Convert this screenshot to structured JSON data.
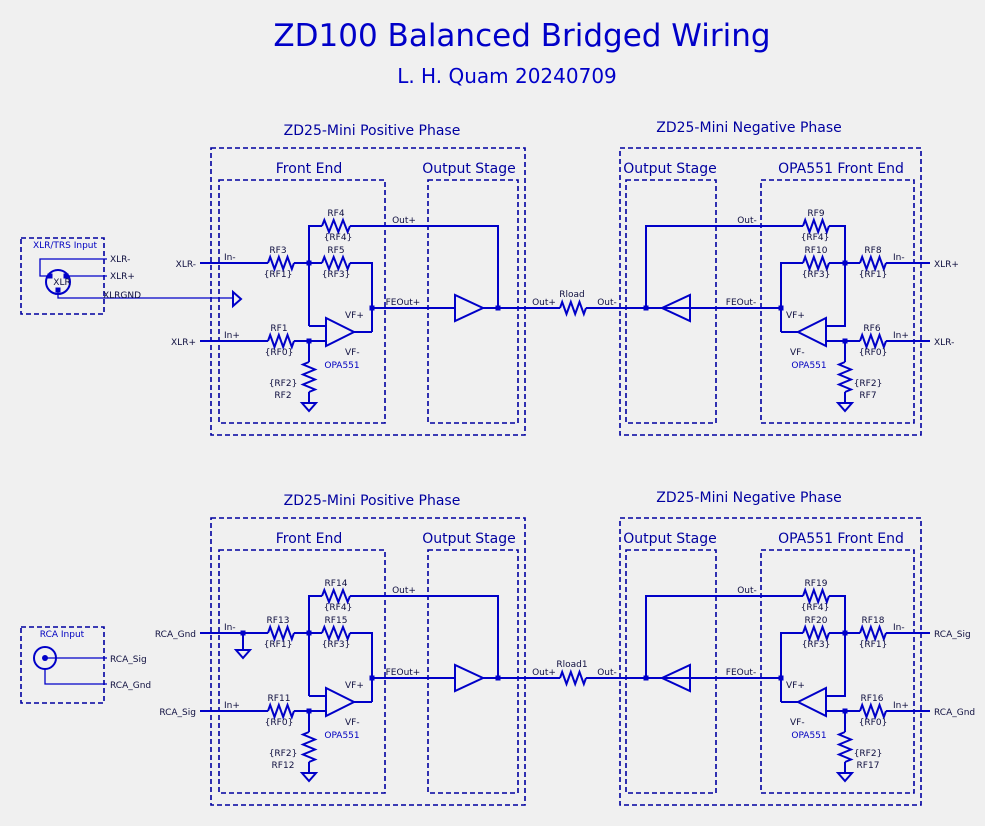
{
  "title": "ZD100 Balanced Bridged Wiring",
  "subtitle": "L. H. Quam  20240709",
  "sections": [
    {
      "pos_phase": "ZD25-Mini Positive Phase",
      "neg_phase": "ZD25-Mini Negative Phase",
      "front_end": "Front End",
      "output_stage_left": "Output Stage",
      "output_stage_right": "Output Stage",
      "opa_front_end": "OPA551 Front End",
      "input_box": "XLR/TRS Input",
      "input_labels": [
        "XLR-",
        "XLR+",
        "XLRGND"
      ],
      "input_pin_text": "XLR",
      "left_in_top": "XLR-",
      "left_in_bot": "XLR+",
      "right_in_top": "XLR+",
      "right_in_bot": "XLR-",
      "pos": {
        "in_minus": "In-",
        "in_plus": "In+",
        "rf3": "RF3",
        "rf3v": "{RF1}",
        "rf4": "RF4",
        "rf4v": "{RF4}",
        "rf5": "RF5",
        "rf5v": "{RF3}",
        "rf1": "RF1",
        "rf1v": "{RF0}",
        "rf2": "RF2",
        "rf2v": "{RF2}",
        "out": "Out+",
        "feout": "FEOut+",
        "vfp": "VF+",
        "vfm": "VF-",
        "opa": "OPA551"
      },
      "rload": "Rload",
      "rload_left": "Out+",
      "rload_right": "Out-",
      "neg": {
        "out": "Out-",
        "feout": "FEOut-",
        "rf9": "RF9",
        "rf9v": "{RF4}",
        "rf10": "RF10",
        "rf10v": "{RF3}",
        "rf8": "RF8",
        "rf8v": "{RF1}",
        "rf6": "RF6",
        "rf6v": "{RF0}",
        "rf7": "RF7",
        "rf7v": "{RF2}",
        "in_minus": "In-",
        "in_plus": "In+",
        "vfp": "VF+",
        "vfm": "VF-",
        "opa": "OPA551"
      }
    },
    {
      "pos_phase": "ZD25-Mini Positive Phase",
      "neg_phase": "ZD25-Mini Negative Phase",
      "front_end": "Front End",
      "output_stage_left": "Output Stage",
      "output_stage_right": "Output Stage",
      "opa_front_end": "OPA551 Front End",
      "input_box": "RCA Input",
      "input_labels": [
        "RCA_Sig",
        "RCA_Gnd"
      ],
      "left_in_top": "RCA_Gnd",
      "left_in_bot": "RCA_Sig",
      "right_in_top": "RCA_Sig",
      "right_in_bot": "RCA_Gnd",
      "pos": {
        "in_minus": "In-",
        "in_plus": "In+",
        "rf3": "RF13",
        "rf3v": "{RF1}",
        "rf4": "RF14",
        "rf4v": "{RF4}",
        "rf5": "RF15",
        "rf5v": "{RF3}",
        "rf1": "RF11",
        "rf1v": "{RF0}",
        "rf2": "RF12",
        "rf2v": "{RF2}",
        "out": "Out+",
        "feout": "FEOut+",
        "vfp": "VF+",
        "vfm": "VF-",
        "opa": "OPA551"
      },
      "rload": "Rload1",
      "rload_left": "Out+",
      "rload_right": "Out-",
      "neg": {
        "out": "Out-",
        "feout": "FEOut-",
        "rf9": "RF19",
        "rf9v": "{RF4}",
        "rf10": "RF20",
        "rf10v": "{RF3}",
        "rf8": "RF18",
        "rf8v": "{RF1}",
        "rf6": "RF16",
        "rf6v": "{RF0}",
        "rf7": "RF17",
        "rf7v": "{RF2}",
        "in_minus": "In-",
        "in_plus": "In+",
        "vfp": "VF+",
        "vfm": "VF-",
        "opa": "OPA551"
      }
    }
  ]
}
